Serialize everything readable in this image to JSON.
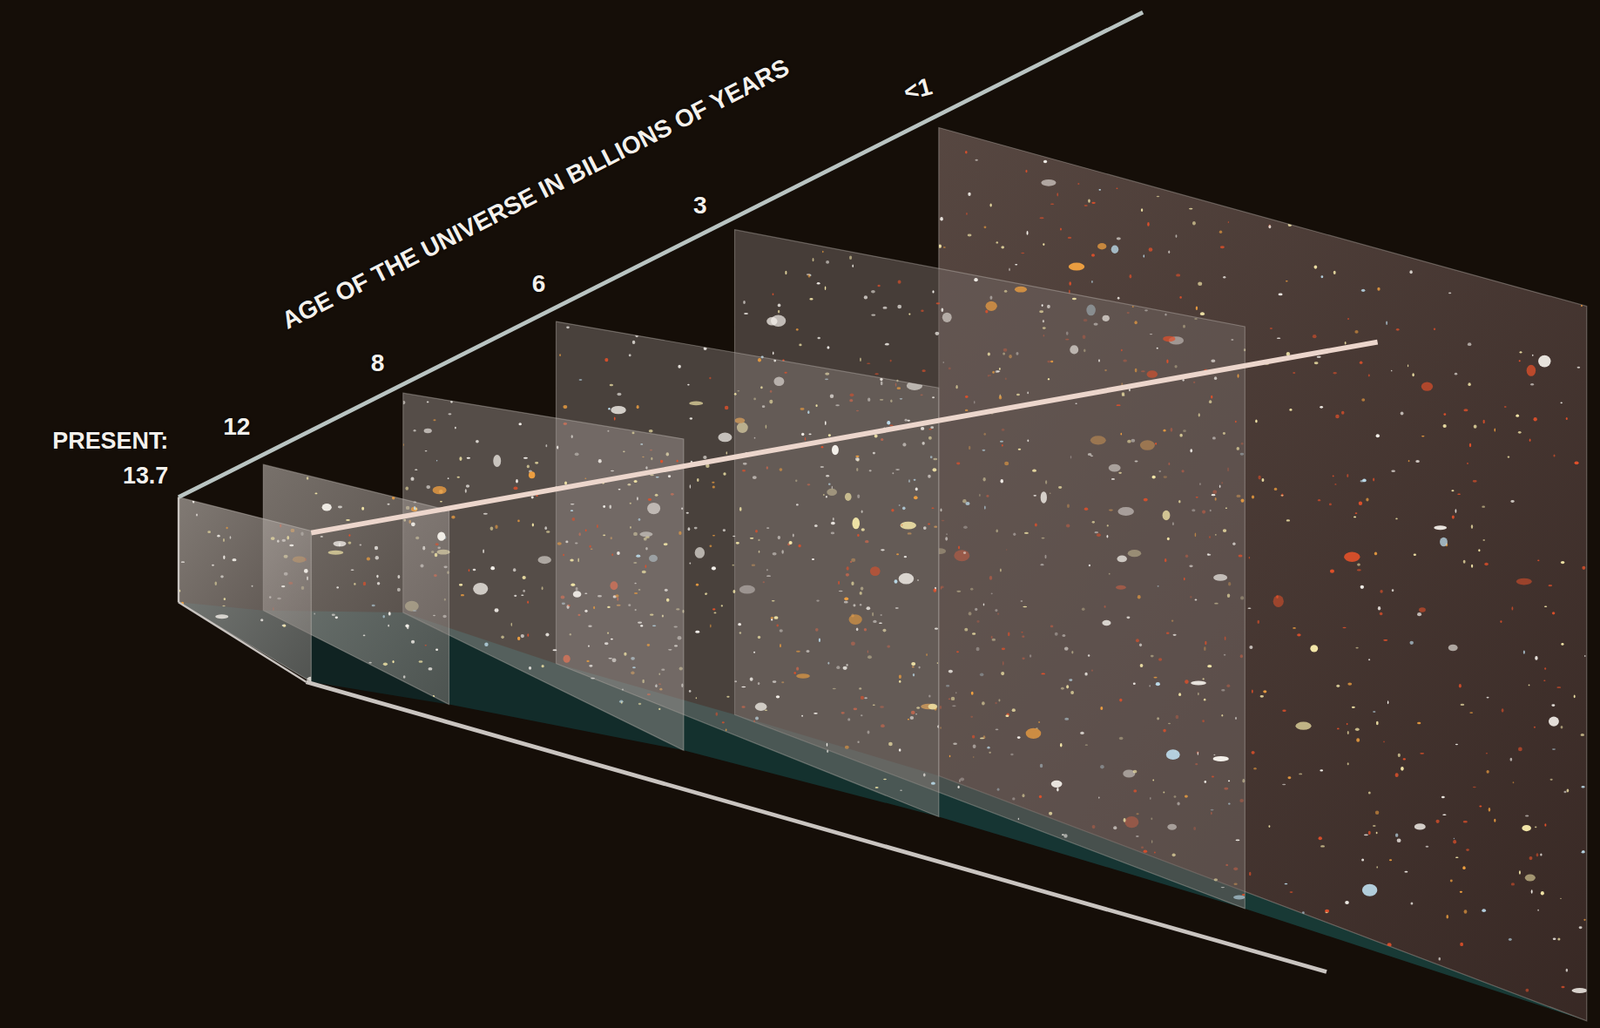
{
  "diagram": {
    "labels": [
      "AGE OF THE UNIVERSE IN BILLIONS OF YEARS",
      "PRESENT:",
      "13.7",
      "12",
      "8",
      "6",
      "3",
      "<1"
    ]
  }
}
